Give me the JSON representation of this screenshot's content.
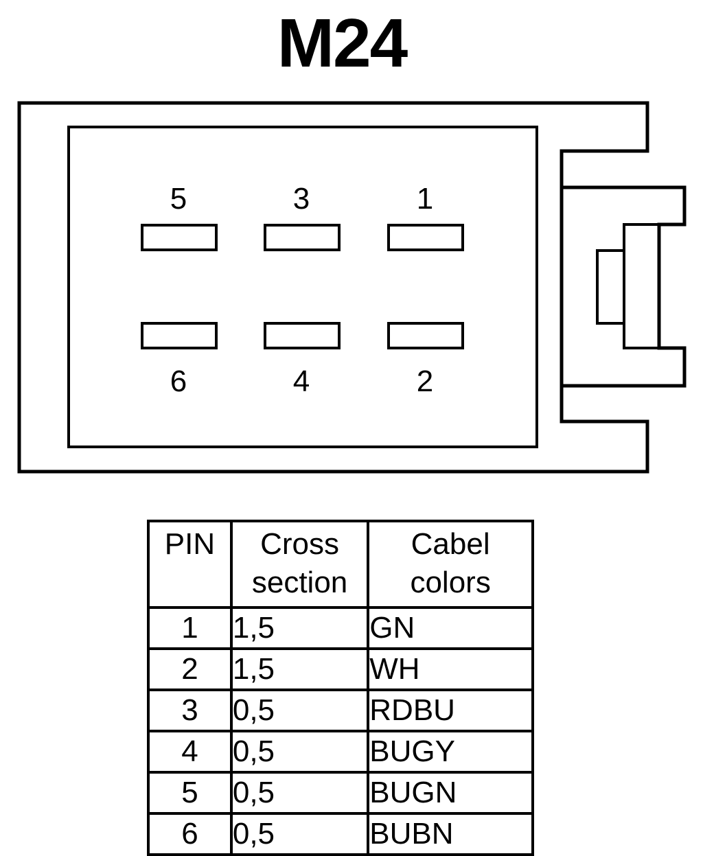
{
  "title": "M24",
  "connector": {
    "top_pin_labels": [
      "5",
      "3",
      "1"
    ],
    "bottom_pin_labels": [
      "6",
      "4",
      "2"
    ]
  },
  "table": {
    "headers": {
      "pin": [
        "PIN"
      ],
      "cross_section": [
        "Cross",
        "section"
      ],
      "cabel_colors": [
        "Cabel",
        "colors"
      ]
    },
    "rows": [
      {
        "pin": "1",
        "cross_section": "1,5",
        "color": "GN"
      },
      {
        "pin": "2",
        "cross_section": "1,5",
        "color": "WH"
      },
      {
        "pin": "3",
        "cross_section": "0,5",
        "color": "RDBU"
      },
      {
        "pin": "4",
        "cross_section": "0,5",
        "color": "BUGY"
      },
      {
        "pin": "5",
        "cross_section": "0,5",
        "color": "BUGN"
      },
      {
        "pin": "6",
        "cross_section": "0,5",
        "color": "BUBN"
      }
    ]
  }
}
